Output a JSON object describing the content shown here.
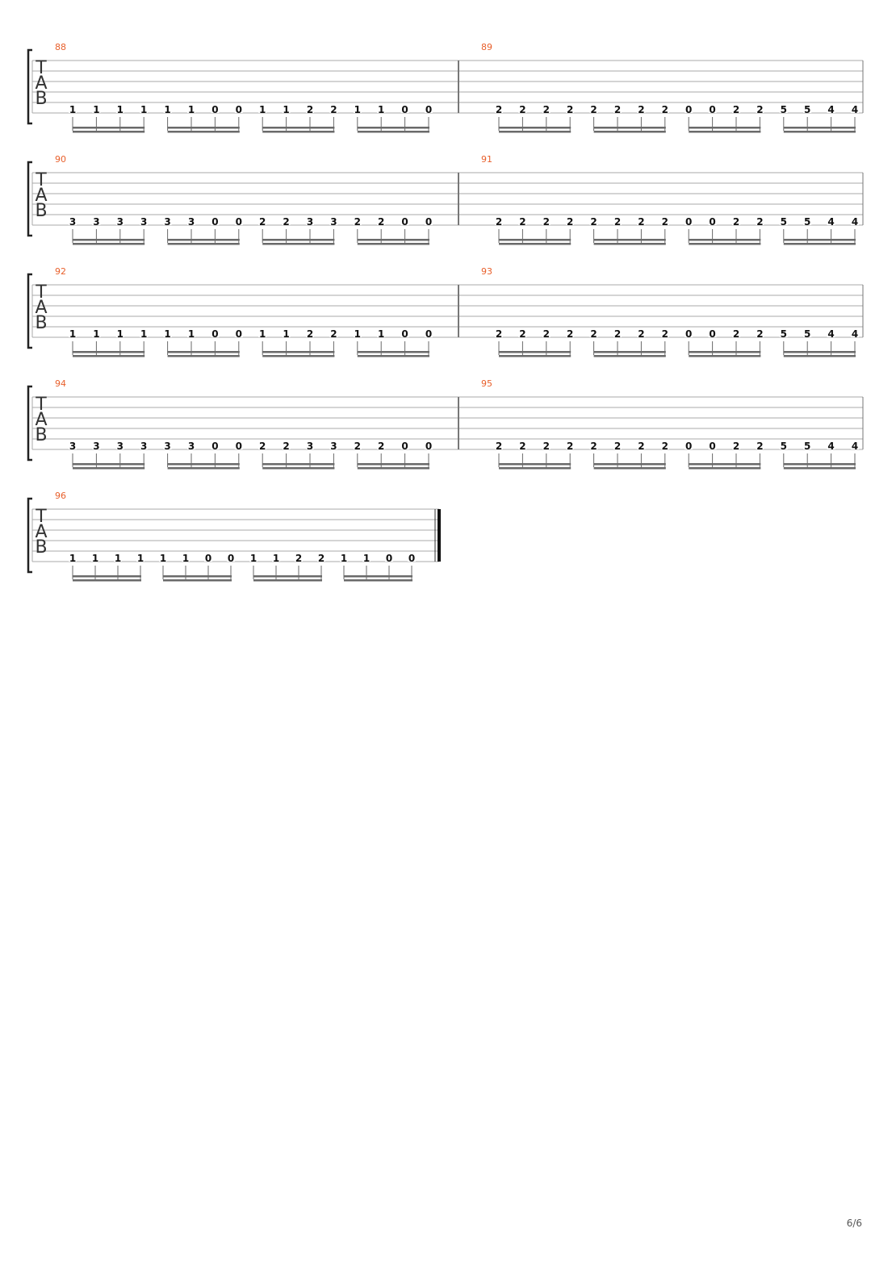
{
  "page": {
    "number_label": "6/6"
  },
  "tab_clef": [
    "T",
    "A",
    "B"
  ],
  "colors": {
    "bar_number": "#e8602c",
    "staff_line": "#a8a8a8",
    "fret_text": "#111111",
    "beam": "#6a6a6a",
    "bracket": "#222222"
  },
  "systems": [
    {
      "measures": [
        {
          "number": "88",
          "frets": [
            "1",
            "1",
            "1",
            "1",
            "1",
            "1",
            "0",
            "0",
            "1",
            "1",
            "2",
            "2",
            "1",
            "1",
            "0",
            "0"
          ]
        },
        {
          "number": "89",
          "frets": [
            "2",
            "2",
            "2",
            "2",
            "2",
            "2",
            "2",
            "2",
            "0",
            "0",
            "2",
            "2",
            "5",
            "5",
            "4",
            "4"
          ]
        }
      ]
    },
    {
      "measures": [
        {
          "number": "90",
          "frets": [
            "3",
            "3",
            "3",
            "3",
            "3",
            "3",
            "0",
            "0",
            "2",
            "2",
            "3",
            "3",
            "2",
            "2",
            "0",
            "0"
          ]
        },
        {
          "number": "91",
          "frets": [
            "2",
            "2",
            "2",
            "2",
            "2",
            "2",
            "2",
            "2",
            "0",
            "0",
            "2",
            "2",
            "5",
            "5",
            "4",
            "4"
          ]
        }
      ]
    },
    {
      "measures": [
        {
          "number": "92",
          "frets": [
            "1",
            "1",
            "1",
            "1",
            "1",
            "1",
            "0",
            "0",
            "1",
            "1",
            "2",
            "2",
            "1",
            "1",
            "0",
            "0"
          ]
        },
        {
          "number": "93",
          "frets": [
            "2",
            "2",
            "2",
            "2",
            "2",
            "2",
            "2",
            "2",
            "0",
            "0",
            "2",
            "2",
            "5",
            "5",
            "4",
            "4"
          ]
        }
      ]
    },
    {
      "measures": [
        {
          "number": "94",
          "frets": [
            "3",
            "3",
            "3",
            "3",
            "3",
            "3",
            "0",
            "0",
            "2",
            "2",
            "3",
            "3",
            "2",
            "2",
            "0",
            "0"
          ]
        },
        {
          "number": "95",
          "frets": [
            "2",
            "2",
            "2",
            "2",
            "2",
            "2",
            "2",
            "2",
            "0",
            "0",
            "2",
            "2",
            "5",
            "5",
            "4",
            "4"
          ]
        }
      ]
    },
    {
      "measures": [
        {
          "number": "96",
          "frets": [
            "1",
            "1",
            "1",
            "1",
            "1",
            "1",
            "0",
            "0",
            "1",
            "1",
            "2",
            "2",
            "1",
            "1",
            "0",
            "0"
          ]
        }
      ],
      "final": true
    }
  ]
}
